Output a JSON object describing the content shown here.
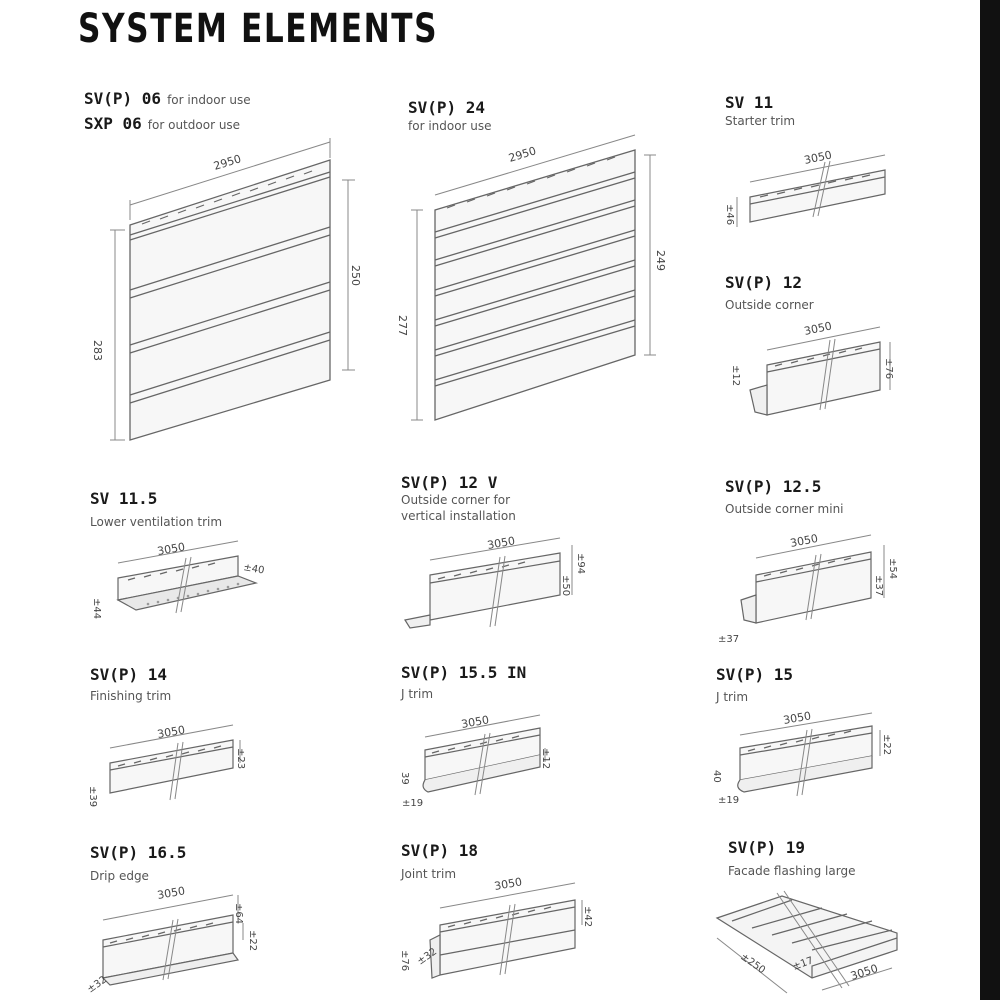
{
  "title": "SYSTEM ELEMENTS",
  "elements": [
    {
      "code": "SV(P) 06",
      "note": "for indoor use",
      "code2": "SXP 06",
      "note2": "for outdoor use",
      "dims": {
        "length": "2950",
        "height": "283",
        "side": "250"
      }
    },
    {
      "code": "SV(P) 24",
      "desc": "for indoor use",
      "dims": {
        "length": "2950",
        "height": "277",
        "side": "249"
      }
    },
    {
      "code": "SV 11",
      "desc": "Starter trim",
      "dims": {
        "length": "3050",
        "a": "±46"
      }
    },
    {
      "code": "SV(P) 12",
      "desc": "Outside corner",
      "dims": {
        "length": "3050",
        "a": "±12",
        "b": "±76"
      }
    },
    {
      "code": "SV 11.5",
      "desc": "Lower ventilation trim",
      "dims": {
        "length": "3050",
        "a": "±44",
        "b": "±40"
      }
    },
    {
      "code": "SV(P) 12 V",
      "desc": "Outside corner for",
      "desc2": "vertical installation",
      "dims": {
        "length": "3050",
        "a": "±50",
        "b": "±94"
      }
    },
    {
      "code": "SV(P) 12.5",
      "desc": "Outside corner mini",
      "dims": {
        "length": "3050",
        "a": "±37",
        "b": "±54",
        "c": "±37"
      }
    },
    {
      "code": "SV(P) 14",
      "desc": "Finishing trim",
      "dims": {
        "length": "3050",
        "a": "±39",
        "b": "±23"
      }
    },
    {
      "code": "SV(P) 15.5 IN",
      "desc": "J trim",
      "dims": {
        "length": "3050",
        "a": "39",
        "b": "±19",
        "c": "±12"
      }
    },
    {
      "code": "SV(P) 15",
      "desc": "J trim",
      "dims": {
        "length": "3050",
        "a": "40",
        "b": "±19",
        "c": "±22"
      }
    },
    {
      "code": "SV(P) 16.5",
      "desc": "Drip edge",
      "dims": {
        "length": "3050",
        "a": "±64",
        "b": "±22",
        "c": "±32"
      }
    },
    {
      "code": "SV(P) 18",
      "desc": "Joint trim",
      "dims": {
        "length": "3050",
        "a": "±42",
        "b": "±76",
        "c": "±32"
      }
    },
    {
      "code": "SV(P) 19",
      "desc": "Facade flashing large",
      "dims": {
        "length": "3050",
        "a": "±250",
        "b": "±17"
      }
    }
  ]
}
